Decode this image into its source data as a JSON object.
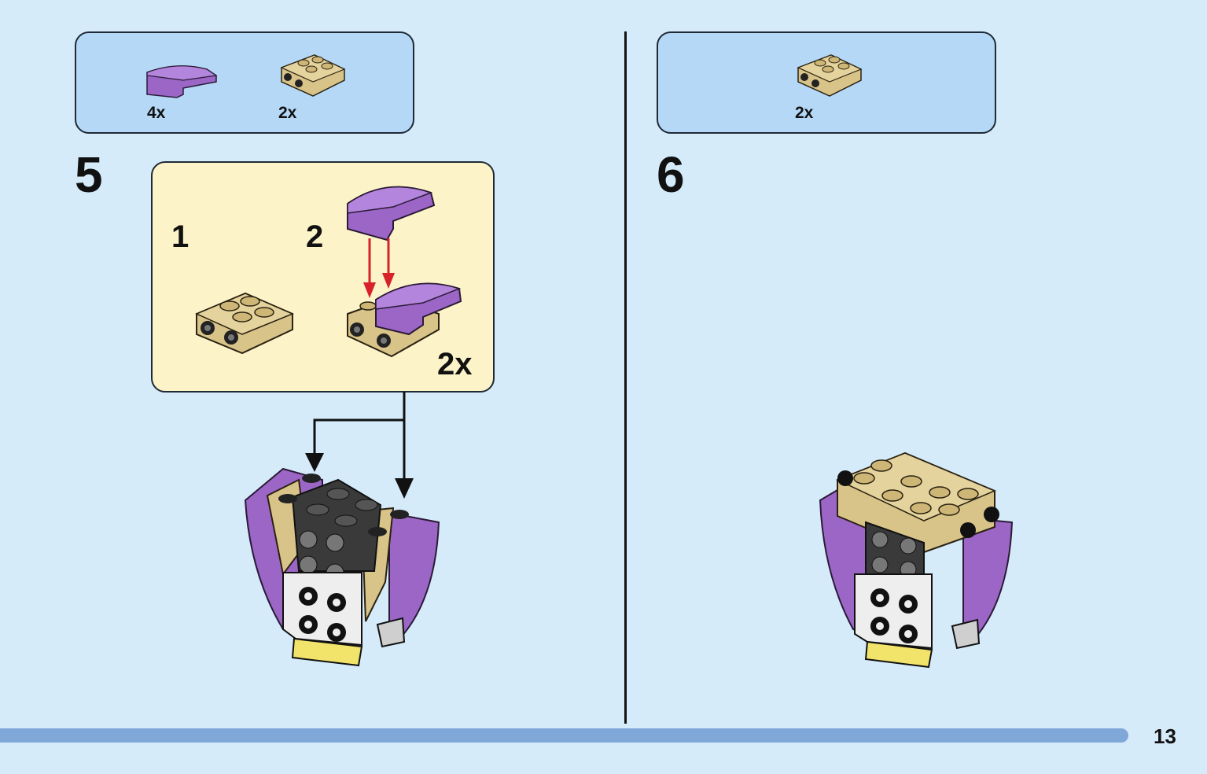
{
  "left_step": {
    "number": "5",
    "parts": [
      {
        "icon": "purple-curved-slope-icon",
        "qty": "4x"
      },
      {
        "icon": "tan-bracket-plate-icon",
        "qty": "2x"
      }
    ],
    "substeps": {
      "first": "1",
      "second": "2",
      "multiplier": "2x"
    }
  },
  "right_step": {
    "number": "6",
    "parts": [
      {
        "icon": "tan-bracket-plate-icon",
        "qty": "2x"
      }
    ]
  },
  "footer": {
    "page_number": "13"
  },
  "colors": {
    "background": "#d5ebfa",
    "parts_box": "#b4d8f6",
    "substep_box": "#fdf3c8",
    "purple": "#9b66c6",
    "tan": "#d8c389",
    "arrow_red": "#d8222a",
    "progress_bar": "#7fa7d8"
  }
}
